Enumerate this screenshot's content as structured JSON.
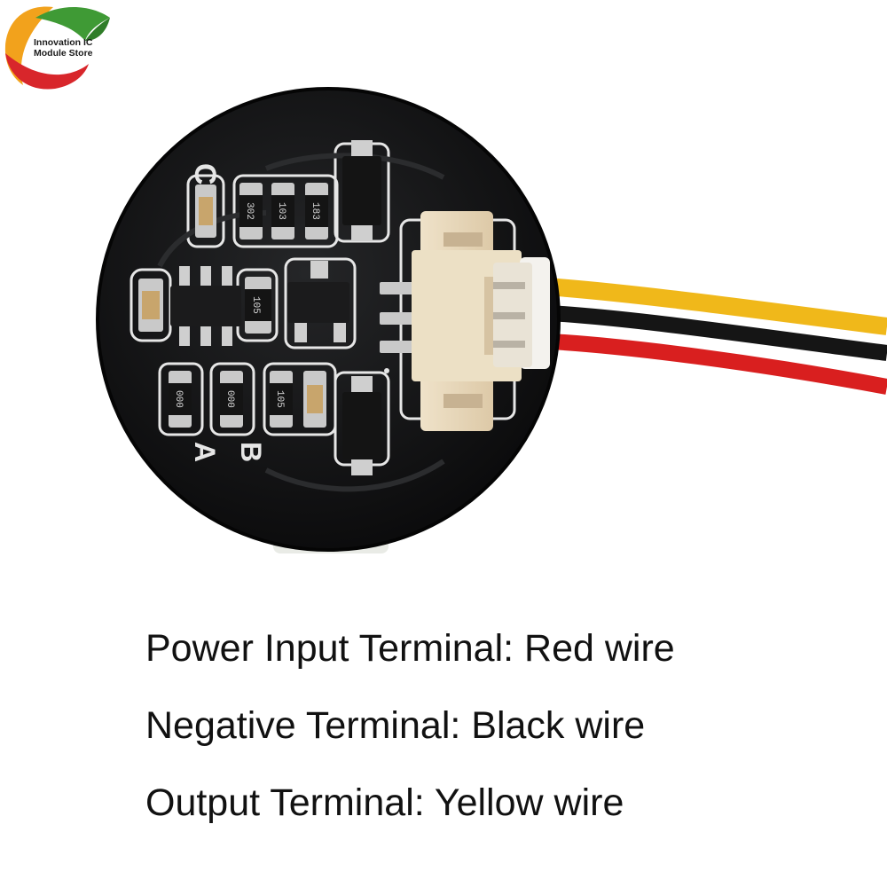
{
  "store": {
    "line1": "Innovation IC",
    "line2": "Module Store",
    "colors": {
      "red": "#d8262b",
      "orange": "#f2a21c",
      "green": "#3f9a35"
    }
  },
  "board": {
    "silkscreen": {
      "c": "C",
      "a": "A",
      "b": "B"
    },
    "component_codes": [
      "302",
      "103",
      "183",
      "105",
      "000",
      "000",
      "105"
    ],
    "wire_colors": {
      "yellow": "#f0b81a",
      "black": "#151515",
      "red": "#d91f1f"
    }
  },
  "captions": {
    "power": "Power Input Terminal: Red wire",
    "negative": "Negative Terminal: Black wire",
    "output": "Output Terminal: Yellow wire"
  }
}
